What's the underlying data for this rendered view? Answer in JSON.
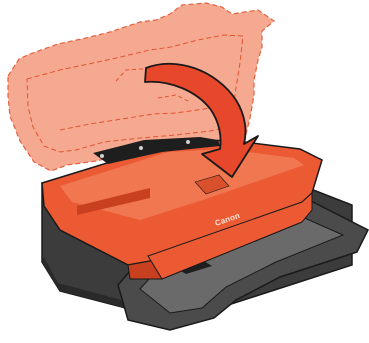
{
  "illustration": {
    "subject": "printer-close-top-cover",
    "brand_text": "Canon",
    "colors": {
      "printer_body": "#ec5a34",
      "printer_body_dark": "#c8401f",
      "printer_highlight": "#f58a64",
      "cover_ghost_fill": "#f6a288",
      "cover_ghost_stroke": "#e2532f",
      "arrow_fill": "#e7472a",
      "base_gray": "#3c3c3c",
      "tray_gray": "#4b4b4b",
      "outline": "#1a1a1a"
    },
    "icons": [
      "curved-arrow-icon",
      "canon-logo"
    ]
  }
}
